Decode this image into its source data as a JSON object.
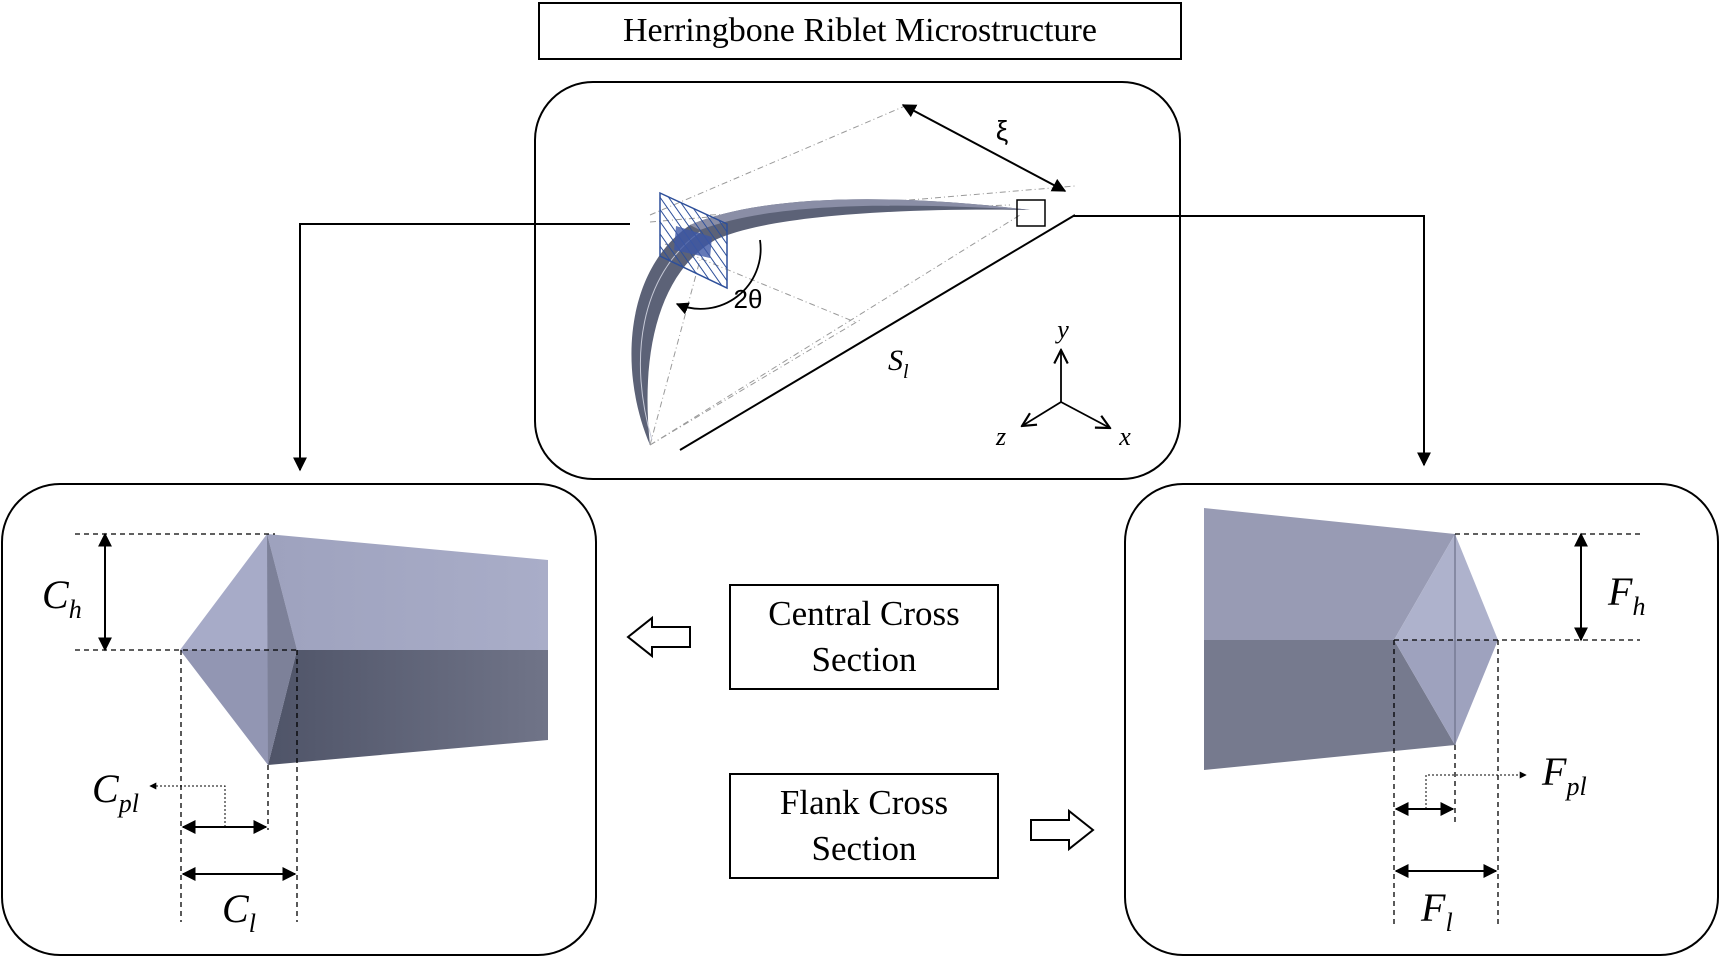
{
  "title": "Herringbone Riblet Microstructure",
  "central_label": {
    "line1": "Central Cross",
    "line2": "Section"
  },
  "flank_label": {
    "line1": "Flank Cross",
    "line2": "Section"
  },
  "top_panel": {
    "xi": "ξ",
    "angle": "2θ",
    "span_main": "S",
    "span_sub": "l",
    "axis_y": "y",
    "axis_z": "z",
    "axis_x": "x"
  },
  "central_panel": {
    "height_main": "C",
    "height_sub": "h",
    "pl_main": "C",
    "pl_sub": "pl",
    "length_main": "C",
    "length_sub": "l"
  },
  "flank_panel": {
    "height_main": "F",
    "height_sub": "h",
    "pl_main": "F",
    "pl_sub": "pl",
    "length_main": "F",
    "length_sub": "l"
  },
  "colors": {
    "riblet_dark": "#5c6277",
    "riblet_light": "#a7acc8",
    "riblet_mid": "#8c90a8",
    "section_hatch": "#2d4f9a",
    "line": "#000000"
  }
}
